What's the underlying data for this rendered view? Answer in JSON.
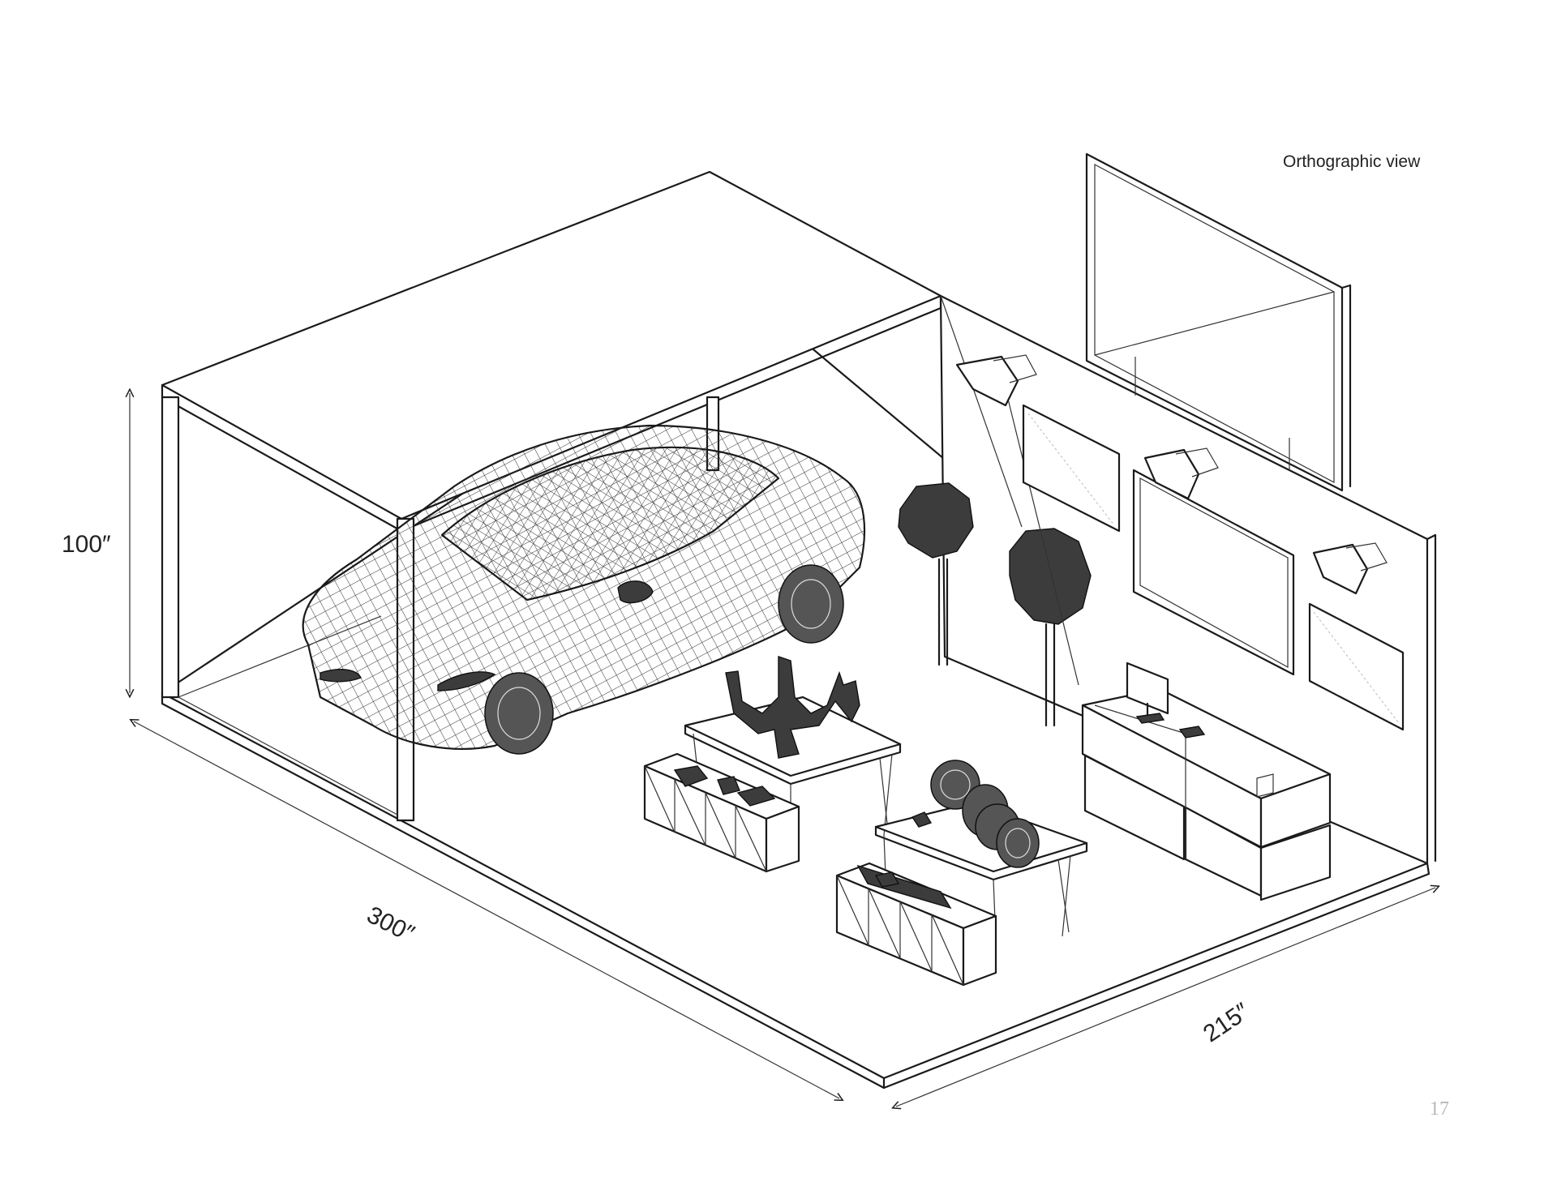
{
  "view_label": "Orthographic view",
  "dimensions": {
    "height": "100″",
    "length": "300″",
    "width": "215″"
  },
  "page_number": "17"
}
